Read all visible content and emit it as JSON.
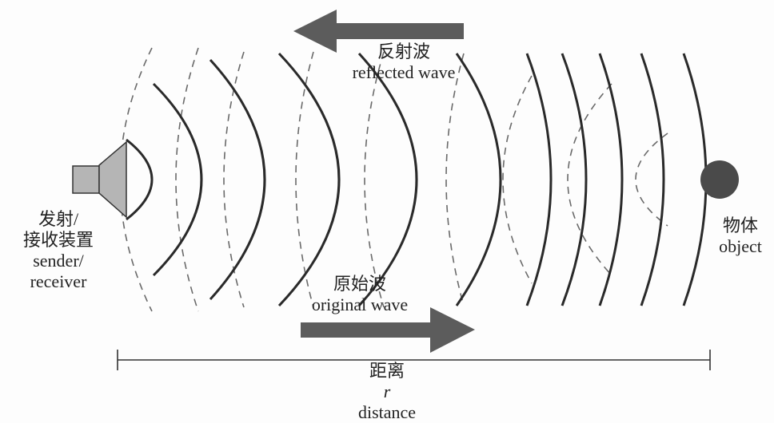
{
  "labels": {
    "reflected_cn": "反射波",
    "reflected_en": "reflected wave",
    "original_cn": "原始波",
    "original_en": "original wave",
    "sender_cn_line1": "发射/",
    "sender_cn_line2": "接收装置",
    "sender_en_line1": "sender/",
    "sender_en_line2": "receiver",
    "object_cn": "物体",
    "object_en": "object",
    "distance_cn": "距离",
    "distance_en": "distance",
    "distance_var": "r"
  },
  "colors": {
    "wave": "#2a2a2a",
    "dashed_wave": "#6a6a6a",
    "arrow": "#5c5c5c",
    "speaker": "#b5b5b5",
    "object": "#4a4a4a"
  },
  "icons": {
    "sender": "speaker-icon",
    "object": "ball-icon"
  }
}
